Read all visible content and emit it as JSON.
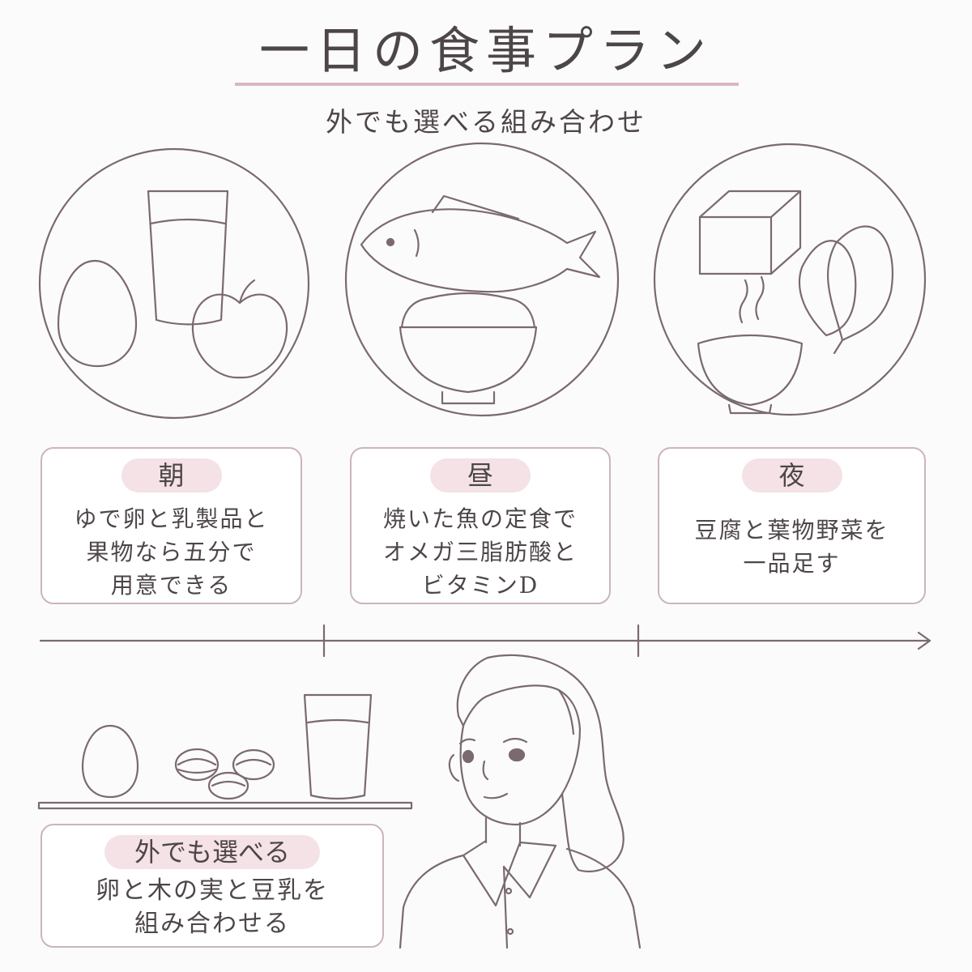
{
  "title": "一日の食事プラン",
  "subtitle": "外でも選べる組み合わせ",
  "meals": [
    {
      "tag": "朝",
      "lines": [
        "ゆで卵と乳製品と",
        "果物なら五分で",
        "用意できる"
      ]
    },
    {
      "tag": "昼",
      "lines": [
        "焼いた魚の定食で",
        "オメガ三脂肪酸と",
        "ビタミンD"
      ]
    },
    {
      "tag": "夜",
      "lines": [
        "豆腐と葉物野菜を",
        "一品足す"
      ]
    }
  ],
  "snack": {
    "tag": "外でも選べる",
    "lines": [
      "卵と木の実と豆乳を",
      "組み合わせる"
    ]
  },
  "colors": {
    "line": "#7a6a6e",
    "accent": "#d8b8c0",
    "tag_bg": "#f4e2e6",
    "card_border": "#cbb5ba"
  }
}
